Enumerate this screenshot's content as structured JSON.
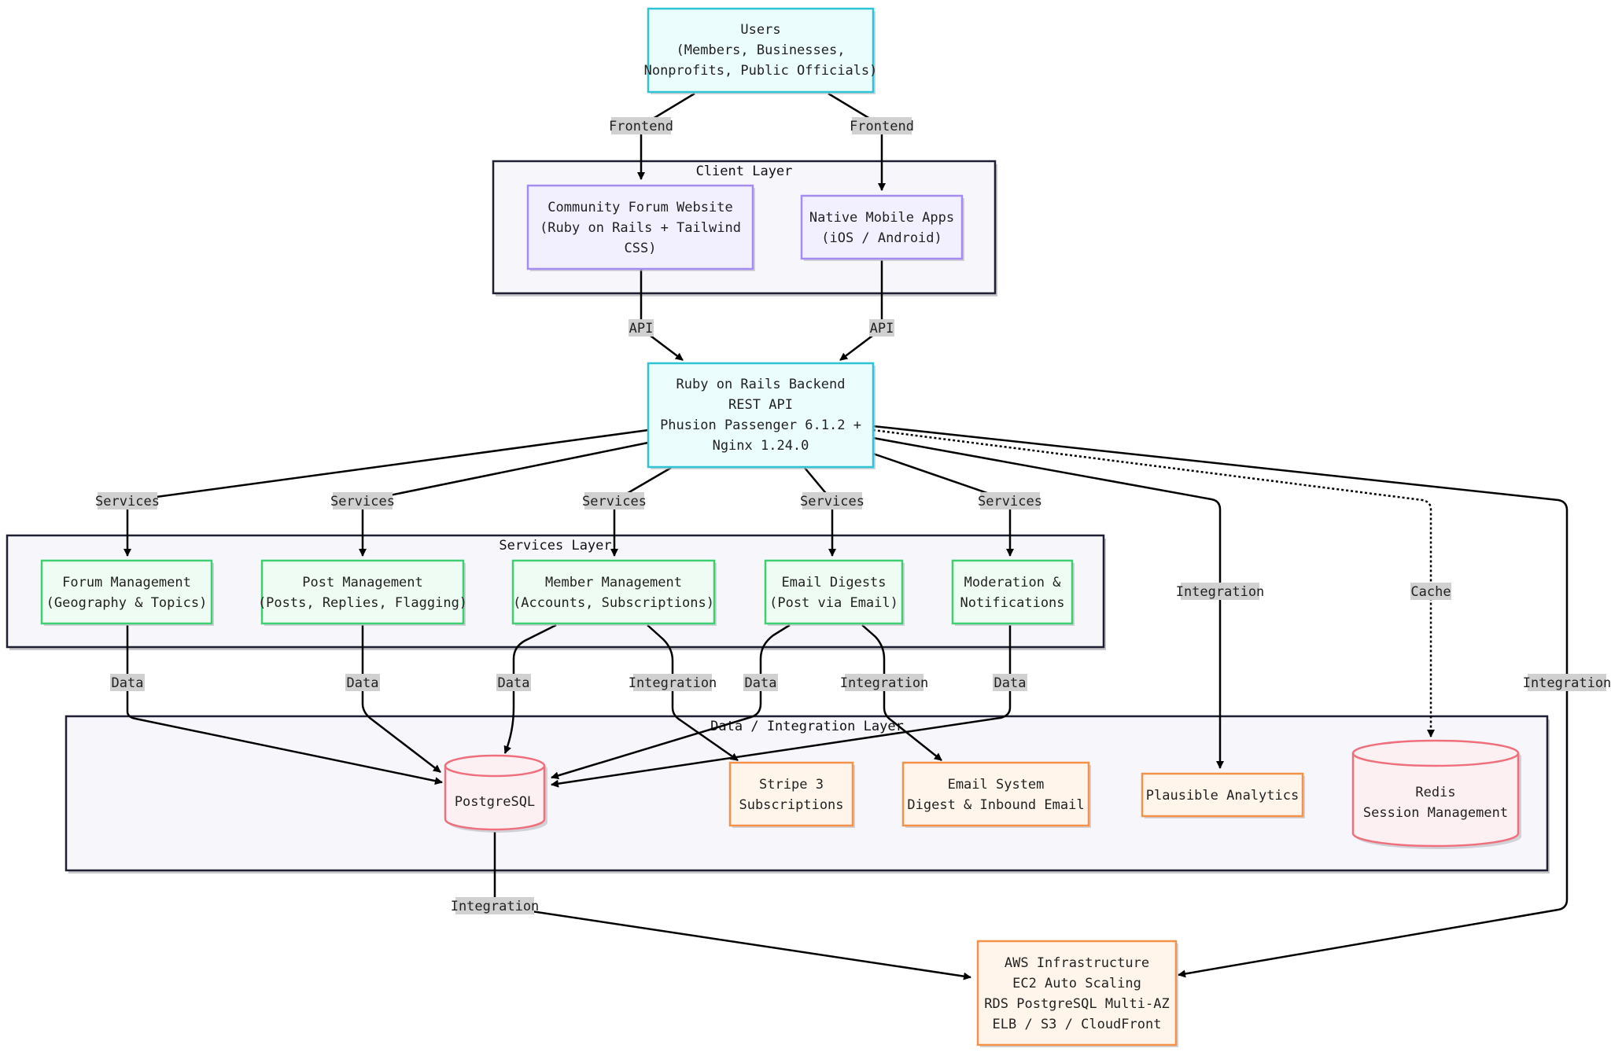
{
  "colors": {
    "cyan_fill": "#ecfdfd",
    "cyan_stroke": "#2ec4d6",
    "purple_fill": "#f2efff",
    "purple_stroke": "#a48cf0",
    "green_fill": "#effcf3",
    "green_stroke": "#3ecf73",
    "orange_fill": "#fff5eb",
    "orange_stroke": "#f5924a",
    "red_fill": "#fdf0f2",
    "red_stroke": "#ef6f7d"
  },
  "clusters": {
    "client": {
      "title": "Client Layer"
    },
    "services": {
      "title": "Services Layer"
    },
    "data": {
      "title": "Data / Integration Layer"
    }
  },
  "nodes": {
    "users": {
      "lines": [
        "Users",
        "(Members, Businesses,",
        "Nonprofits, Public Officials)"
      ]
    },
    "website": {
      "lines": [
        "Community Forum Website",
        "(Ruby on Rails + Tailwind",
        "CSS)"
      ]
    },
    "mobile": {
      "lines": [
        "Native Mobile Apps",
        "(iOS / Android)"
      ]
    },
    "backend": {
      "lines": [
        "Ruby on Rails Backend",
        "REST API",
        "Phusion Passenger 6.1.2 +",
        "Nginx 1.24.0"
      ]
    },
    "forum": {
      "lines": [
        "Forum Management",
        "(Geography & Topics)"
      ]
    },
    "post": {
      "lines": [
        "Post Management",
        "(Posts, Replies, Flagging)"
      ]
    },
    "member": {
      "lines": [
        "Member Management",
        "(Accounts, Subscriptions)"
      ]
    },
    "email_digests": {
      "lines": [
        "Email Digests",
        "(Post via Email)"
      ]
    },
    "moderation": {
      "lines": [
        "Moderation &",
        "Notifications"
      ]
    },
    "postgres": {
      "lines": [
        "PostgreSQL"
      ]
    },
    "stripe": {
      "lines": [
        "Stripe 3",
        "Subscriptions"
      ]
    },
    "email_system": {
      "lines": [
        "Email System",
        "Digest & Inbound Email"
      ]
    },
    "plausible": {
      "lines": [
        "Plausible Analytics"
      ]
    },
    "redis": {
      "lines": [
        "Redis",
        "Session Management"
      ]
    },
    "aws": {
      "lines": [
        "AWS Infrastructure",
        "EC2 Auto Scaling",
        "RDS PostgreSQL Multi-AZ",
        "ELB / S3 / CloudFront"
      ]
    }
  },
  "edges": {
    "users_website": "Frontend",
    "users_mobile": "Frontend",
    "website_backend": "API",
    "mobile_backend": "API",
    "backend_forum": "Services",
    "backend_post": "Services",
    "backend_member": "Services",
    "backend_email": "Services",
    "backend_moderation": "Services",
    "backend_plausible": "Integration",
    "backend_redis": "Cache",
    "backend_aws": "Integration",
    "forum_pg": "Data",
    "post_pg": "Data",
    "member_pg": "Data",
    "member_stripe": "Integration",
    "email_pg": "Data",
    "email_system": "Integration",
    "moderation_pg": "Data",
    "pg_aws": "Integration"
  }
}
